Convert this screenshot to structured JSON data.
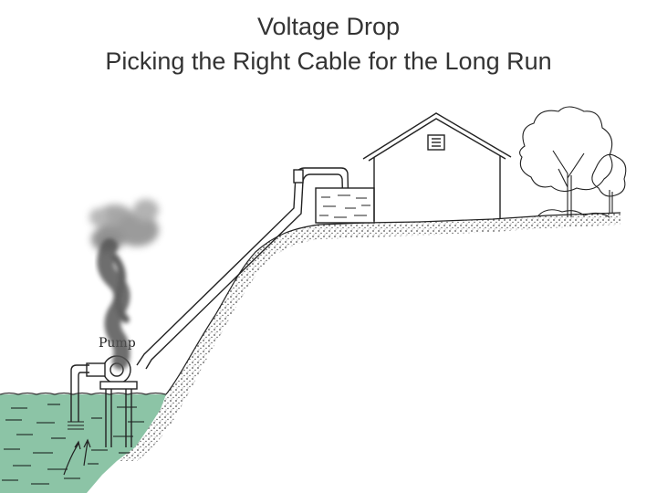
{
  "slide": {
    "title_line1": "Voltage Drop",
    "title_line2": "Picking the Right Cable for the Long Run"
  },
  "diagram": {
    "pump_label": "Pump",
    "colors": {
      "water": "#8cc4a6",
      "ink": "#222222",
      "smoke": "#7a7a7a",
      "background": "#ffffff"
    },
    "icons": [
      "house-icon",
      "tree-icon",
      "pump-icon",
      "tank-icon",
      "smoke-plume-icon",
      "pipe-icon"
    ]
  }
}
